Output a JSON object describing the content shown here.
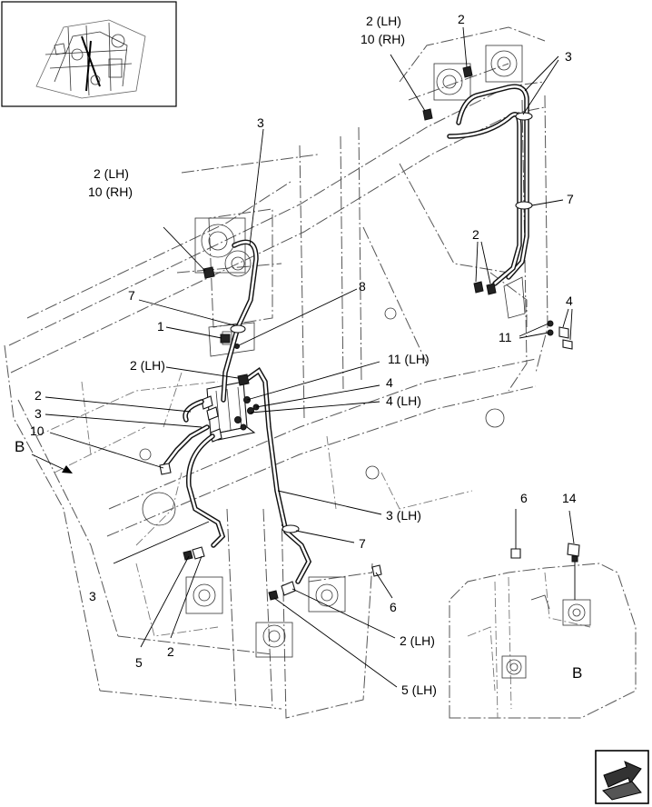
{
  "callouts": {
    "top_right_2lh": "2 (LH)",
    "top_right_10rh": "10 (RH)",
    "top_right_2": "2",
    "top_right_3": "3",
    "right_7": "7",
    "right_2": "2",
    "right_4": "4",
    "right_11": "11",
    "left_3_top": "3",
    "left_2lh": "2 (LH)",
    "left_10rh": "10 (RH)",
    "left_7": "7",
    "left_8": "8",
    "left_1": "1",
    "mid_2lh": "2 (LH)",
    "mid_11lh": "11 (LH)",
    "mid_4": "4",
    "mid_4lh": "4 (LH)",
    "left_2": "2",
    "left_3": "3",
    "left_10": "10",
    "view_b_arrow": "B",
    "mid_3lh": "3 (LH)",
    "mid_7": "7",
    "mid_6": "6",
    "bottom_3": "3",
    "bottom_5": "5",
    "bottom_2": "2",
    "bottom_2lh": "2 (LH)",
    "bottom_5lh": "5 (LH)",
    "inset_6": "6",
    "inset_14": "14",
    "inset_b": "B"
  },
  "icons": {
    "locator": "machine-locator-thumbnail",
    "nav": "next-page-arrow-icon"
  }
}
